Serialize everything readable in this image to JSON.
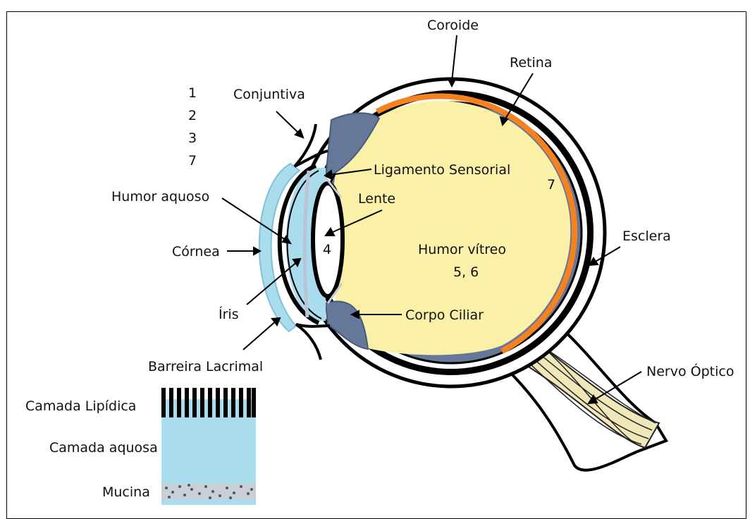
{
  "labels": {
    "coroide": "Coroide",
    "retina": "Retina",
    "conjuntiva": "Conjuntiva",
    "ligamento": "Ligamento Sensorial",
    "lente": "Lente",
    "humor_aquoso": "Humor aquoso",
    "cornea": "Córnea",
    "humor_vitreo": "Humor vítreo",
    "esclera": "Esclera",
    "iris": "Íris",
    "corpo_ciliar": "Corpo Ciliar",
    "barreira": "Barreira Lacrimal",
    "nervo": "Nervo Óptico",
    "lipidica": "Camada Lipídica",
    "aquosa": "Camada aquosa",
    "mucina": "Mucina"
  },
  "numbers": {
    "list": [
      "1",
      "2",
      "3",
      "7"
    ],
    "lens": "4",
    "vitreous": "5, 6",
    "retina": "7"
  },
  "colors": {
    "sclera": "#000000",
    "choroid": "#66789a",
    "retina": "#f5821f",
    "vitreous": "#fbf0a8",
    "tear_film": "#a9dcec",
    "optic_nerve": "#efe7b8"
  }
}
